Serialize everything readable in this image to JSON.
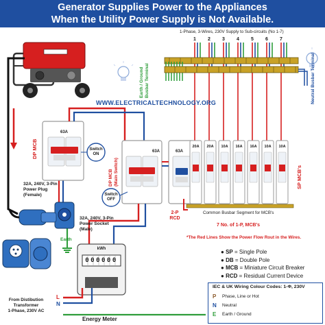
{
  "title": {
    "line1": "Generator Supplies Power to the Appliances",
    "line2": "When the Utility Power Supply is Not Available."
  },
  "colors": {
    "banner": "#1f4fa0",
    "phase": "#d61f1f",
    "neutral": "#1f4fa0",
    "earth": "#2e9d3a",
    "note": "#d61f1f",
    "text": "#1a1a1a"
  },
  "subcircuit": {
    "heading": "1-Phase, 3-Wires, 230V Supply to Sub-circuits (No 1-7)",
    "numbers": [
      "1",
      "2",
      "3",
      "4",
      "5",
      "6",
      "7"
    ]
  },
  "busbars": {
    "earth_label": "Earth / Ground\nBusbar Terminal",
    "neutral_label": "Neutral Busbar Terminal",
    "common_segment": "Common Busbar Segment for MCB's"
  },
  "website": "WWW.ELECTRICALTECHNOLOGY.ORG",
  "devices": {
    "generator_mcb": "DP MCB",
    "generator_mcb_rating": "63A",
    "switch_on": "Switch\nON",
    "switch_off": "Switch\nOFF",
    "main_mcb": "DP MCB\n(Main Switch)",
    "main_mcb_rating": "63A",
    "rcd_rating": "63A",
    "rcd_label": "2-P\nRCD",
    "sp_mcbs": "SP MCB's",
    "mcb_ratings": [
      "20A",
      "20A",
      "10A",
      "16A",
      "16A",
      "10A",
      "10A"
    ],
    "mcb_count": "7 No. of 1-P, MCB's",
    "meter_unit": "kWh",
    "meter_reading": "000000",
    "energy_meter": "Energy Meter"
  },
  "plugs": {
    "plug_label": "32A, 240V, 3-Pin\nPower Plug\n(Female)",
    "socket_label": "32A, 240V, 3-Pin\nPower Socket\n(Male)",
    "earth": "Earth",
    "transformer": "From Distibution\nTransformer\n1-Phase, 230V AC"
  },
  "incoming": {
    "L": "L",
    "N": "N"
  },
  "note": "*The Red Lines Show the Power Flow Rout in the Wires.",
  "legend": [
    {
      "abbr": "SP",
      "text": " = Single Pole"
    },
    {
      "abbr": "DB",
      "text": " = Double Pole"
    },
    {
      "abbr": "MCB",
      "text": " = Miniature Circuit Breaker"
    },
    {
      "abbr": "RCD",
      "text": " = Residual Current Device"
    }
  ],
  "wiring_codes": {
    "title": "IEC & UK Wiring Colour Codes: 1-Φ, 230V",
    "items": [
      {
        "letter": "P",
        "label": "Phase, Line or Hot",
        "color": "#8b5a2b"
      },
      {
        "letter": "N",
        "label": "Neutral",
        "color": "#1f4fa0"
      },
      {
        "letter": "E",
        "label": "Earth / Ground",
        "color": "#2e9d3a"
      }
    ]
  }
}
